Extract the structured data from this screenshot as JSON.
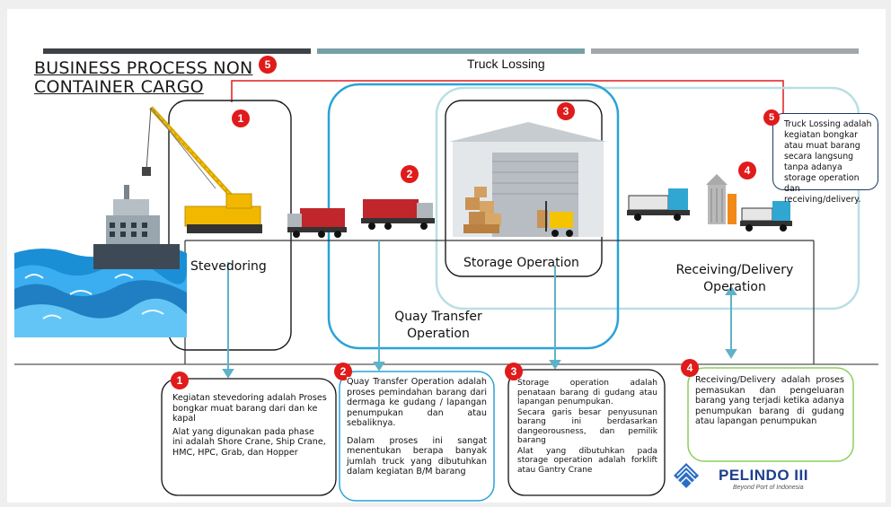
{
  "header": {
    "bars": [
      {
        "name": "bar-left",
        "color": "#3c4247"
      },
      {
        "name": "bar-middle",
        "color": "#76a0a4"
      },
      {
        "name": "bar-right",
        "color": "#a1a6aa"
      }
    ]
  },
  "title": {
    "line1": "BUSINESS PROCESS NON",
    "line2": "CONTAINER CARGO"
  },
  "truck_lossing": {
    "label": "Truck Lossing",
    "number": "5",
    "note_number": "5",
    "note": "Truck Lossing adalah kegiatan bongkar atau muat barang secara langsung tanpa adanya storage operation dan receiving/delivery."
  },
  "phases": [
    {
      "number": "1",
      "label": "Stevedoring"
    },
    {
      "number": "2",
      "label_line1": "Quay Transfer",
      "label_line2": "Operation"
    },
    {
      "number": "3",
      "label": "Storage Operation"
    },
    {
      "number": "4",
      "label_line1": "Receiving/Delivery",
      "label_line2": "Operation"
    }
  ],
  "descriptions": [
    {
      "number": "1",
      "p1": "Kegiatan stevedoring adalah Proses bongkar muat barang dari dan ke kapal",
      "p2": "Alat yang digunakan pada phase ini adalah Shore Crane, Ship Crane, HMC, HPC, Grab, dan Hopper"
    },
    {
      "number": "2",
      "p1": "Quay Transfer Operation adalah proses pemindahan barang dari dermaga ke gudang / lapangan penumpukan dan atau sebaliknya.",
      "p2": "Dalam proses ini sangat menentukan berapa banyak jumlah truck yang dibutuhkan dalam kegiatan B/M barang"
    },
    {
      "number": "3",
      "p1": "Storage operation adalah penataan barang di gudang atau lapangan penumpukan.",
      "p2": "Secara garis besar penyusunan barang ini berdasarkan dangeorousness, dan pemilik barang",
      "p3": "Alat yang dibutuhkan pada storage operation adalah forklift atau Gantry Crane"
    },
    {
      "number": "4",
      "p1": "Receiving/Delivery adalah proses pemasukan dan pengeluaran barang yang terjadi ketika adanya penumpukan barang di gudang atau lapangan penumpukan"
    }
  ],
  "logo": {
    "name": "PELINDO III",
    "tagline": "Beyond Port of Indonesia",
    "color": "#1d3f8c"
  },
  "colors": {
    "accent_red": "#e01b1b",
    "quay_blue": "#29a3d6",
    "storage_teal": "#9bd4da",
    "connector": "#5fb2c7",
    "green_box": "#8ccf5e"
  }
}
